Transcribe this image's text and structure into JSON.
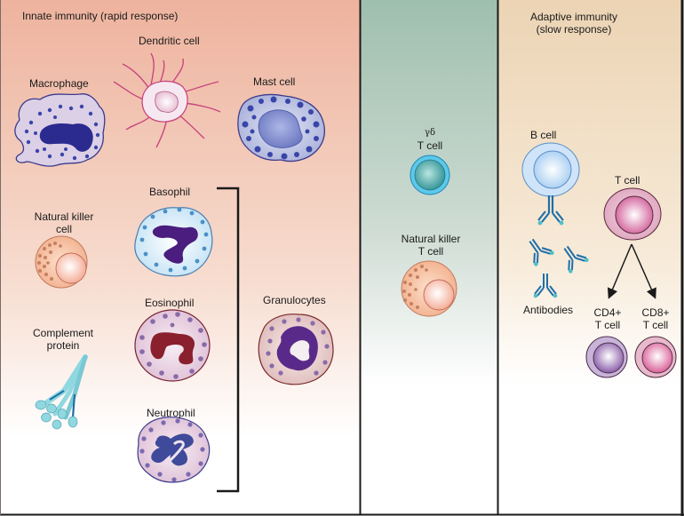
{
  "panels": {
    "innate": {
      "title": "Innate immunity (rapid response)",
      "bg_top": "#eeb39e",
      "bg_bottom": "#ffffff"
    },
    "intermediate": {
      "bg_top": "#9fbfae",
      "bg_bottom": "#ffffff"
    },
    "adaptive": {
      "title_line1": "Adaptive immunity",
      "title_line2": "(slow response)",
      "bg_top": "#ecd4b4",
      "bg_bottom": "#ffffff"
    }
  },
  "cells": {
    "dendritic": "Dendritic cell",
    "macrophage": "Macrophage",
    "mast": "Mast cell",
    "basophil": "Basophil",
    "nk_line1": "Natural killer",
    "nk_line2": "cell",
    "eosinophil": "Eosinophil",
    "complement_line1": "Complement",
    "complement_line2": "protein",
    "neutrophil": "Neutrophil",
    "granulocytes": "Granulocytes",
    "gd_prefix": "γδ",
    "gd_line2": "T cell",
    "nkt_line1": "Natural killer",
    "nkt_line2": "T cell",
    "bcell": "B cell",
    "tcell": "T cell",
    "antibodies": "Antibodies",
    "cd4_line1": "CD4+",
    "cd4_line2": "T cell",
    "cd8_line1": "CD8+",
    "cd8_line2": "T cell"
  },
  "colors": {
    "border": "#1a1a1a",
    "nucleus_blue": "#2b2a8f",
    "mast_granule": "#3a45a8",
    "dendritic_outline": "#c8467e",
    "basophil_nucleus": "#4a1d7e",
    "eosinophil_nucleus": "#8a1f2e",
    "neutrophil_nucleus": "#3f4a9a",
    "granulocyte_nucleus": "#5a2a8a",
    "gd_tcell": "#2aa0c8",
    "nk_cell": "#f3b08a",
    "bcell": "#8fc0ee",
    "tcell": "#d0609a",
    "cd4": "#8a5aa8",
    "cd8": "#d8609a",
    "antibody": "#1f6fa8",
    "antibody_tip": "#4ec0c8",
    "complement": "#8fd8e0"
  }
}
